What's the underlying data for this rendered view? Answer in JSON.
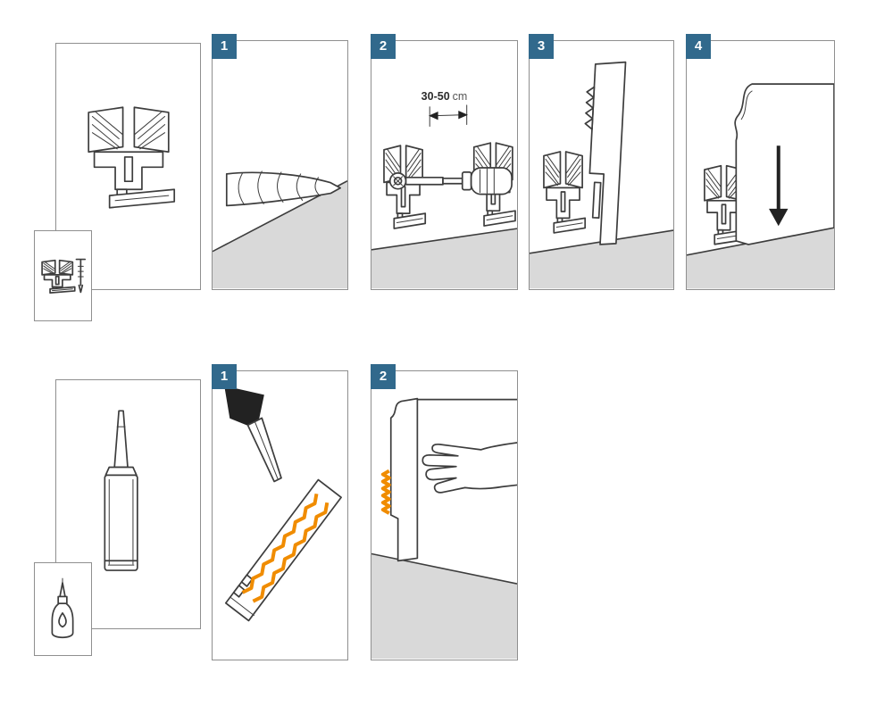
{
  "colors": {
    "badge_blue": "#31698c",
    "line": "#3d3d3d",
    "floor_gray": "#d9d9d9",
    "adhesive_orange": "#f08c00"
  },
  "sections": [
    {
      "name": "clip-installation",
      "intro_icon": "skirting-clip-icon",
      "inset_icon": "clip-and-screw-icon",
      "steps": [
        {
          "number": "1",
          "illustration": "drill-bit-at-floor-corner-icon"
        },
        {
          "number": "2",
          "illustration": "mounting-clips-with-screwdriver-icon",
          "dimension": {
            "value": "30-50",
            "unit": "cm"
          }
        },
        {
          "number": "3",
          "illustration": "hooking-skirting-onto-clip-icon"
        },
        {
          "number": "4",
          "illustration": "pressing-skirting-down-icon"
        }
      ]
    },
    {
      "name": "adhesive-installation",
      "intro_icon": "adhesive-cartridge-icon",
      "inset_icon": "glue-bottle-icon",
      "steps": [
        {
          "number": "1",
          "illustration": "applying-adhesive-beads-icon"
        },
        {
          "number": "2",
          "illustration": "pressing-skirting-to-wall-icon"
        }
      ]
    }
  ]
}
